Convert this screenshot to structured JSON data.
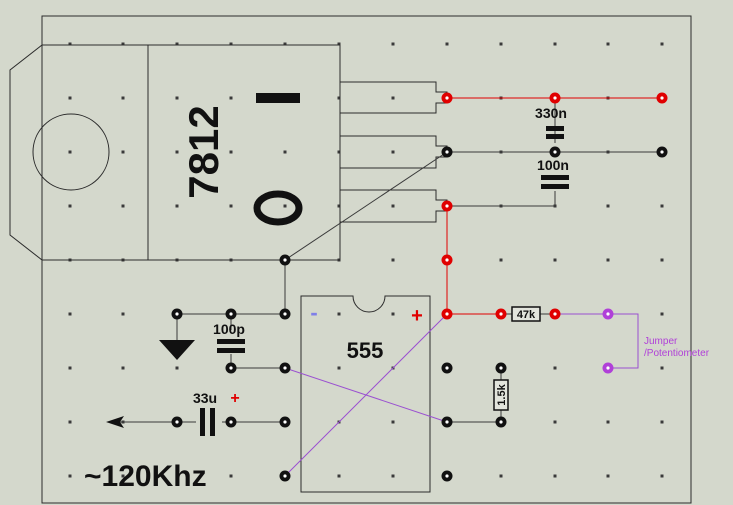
{
  "colors": {
    "background": "#d4d8cc",
    "outline": "#2b2b2b",
    "grid_dot": "#3a3a3a",
    "node_black": "#111111",
    "node_red": "#e00000",
    "node_purple": "#b040d8",
    "wire_black": "#3a3a3a",
    "wire_red": "#e00000",
    "wire_purple": "#9a50d0",
    "minus_blue": "#7f7fe8"
  },
  "regulator": {
    "label": "7812"
  },
  "ic": {
    "label": "555",
    "plus": "+",
    "minus": "-"
  },
  "capacitors": {
    "c330n": "330n",
    "c100n": "100n",
    "c100p": "100p",
    "c33u": "33u",
    "c33u_polarity": "+"
  },
  "resistors": {
    "r47k": "47k",
    "r1_5k": "1.5k"
  },
  "jumper": {
    "line1": "Jumper",
    "line2": "/Potentiometer"
  },
  "frequency": "~120Khz"
}
